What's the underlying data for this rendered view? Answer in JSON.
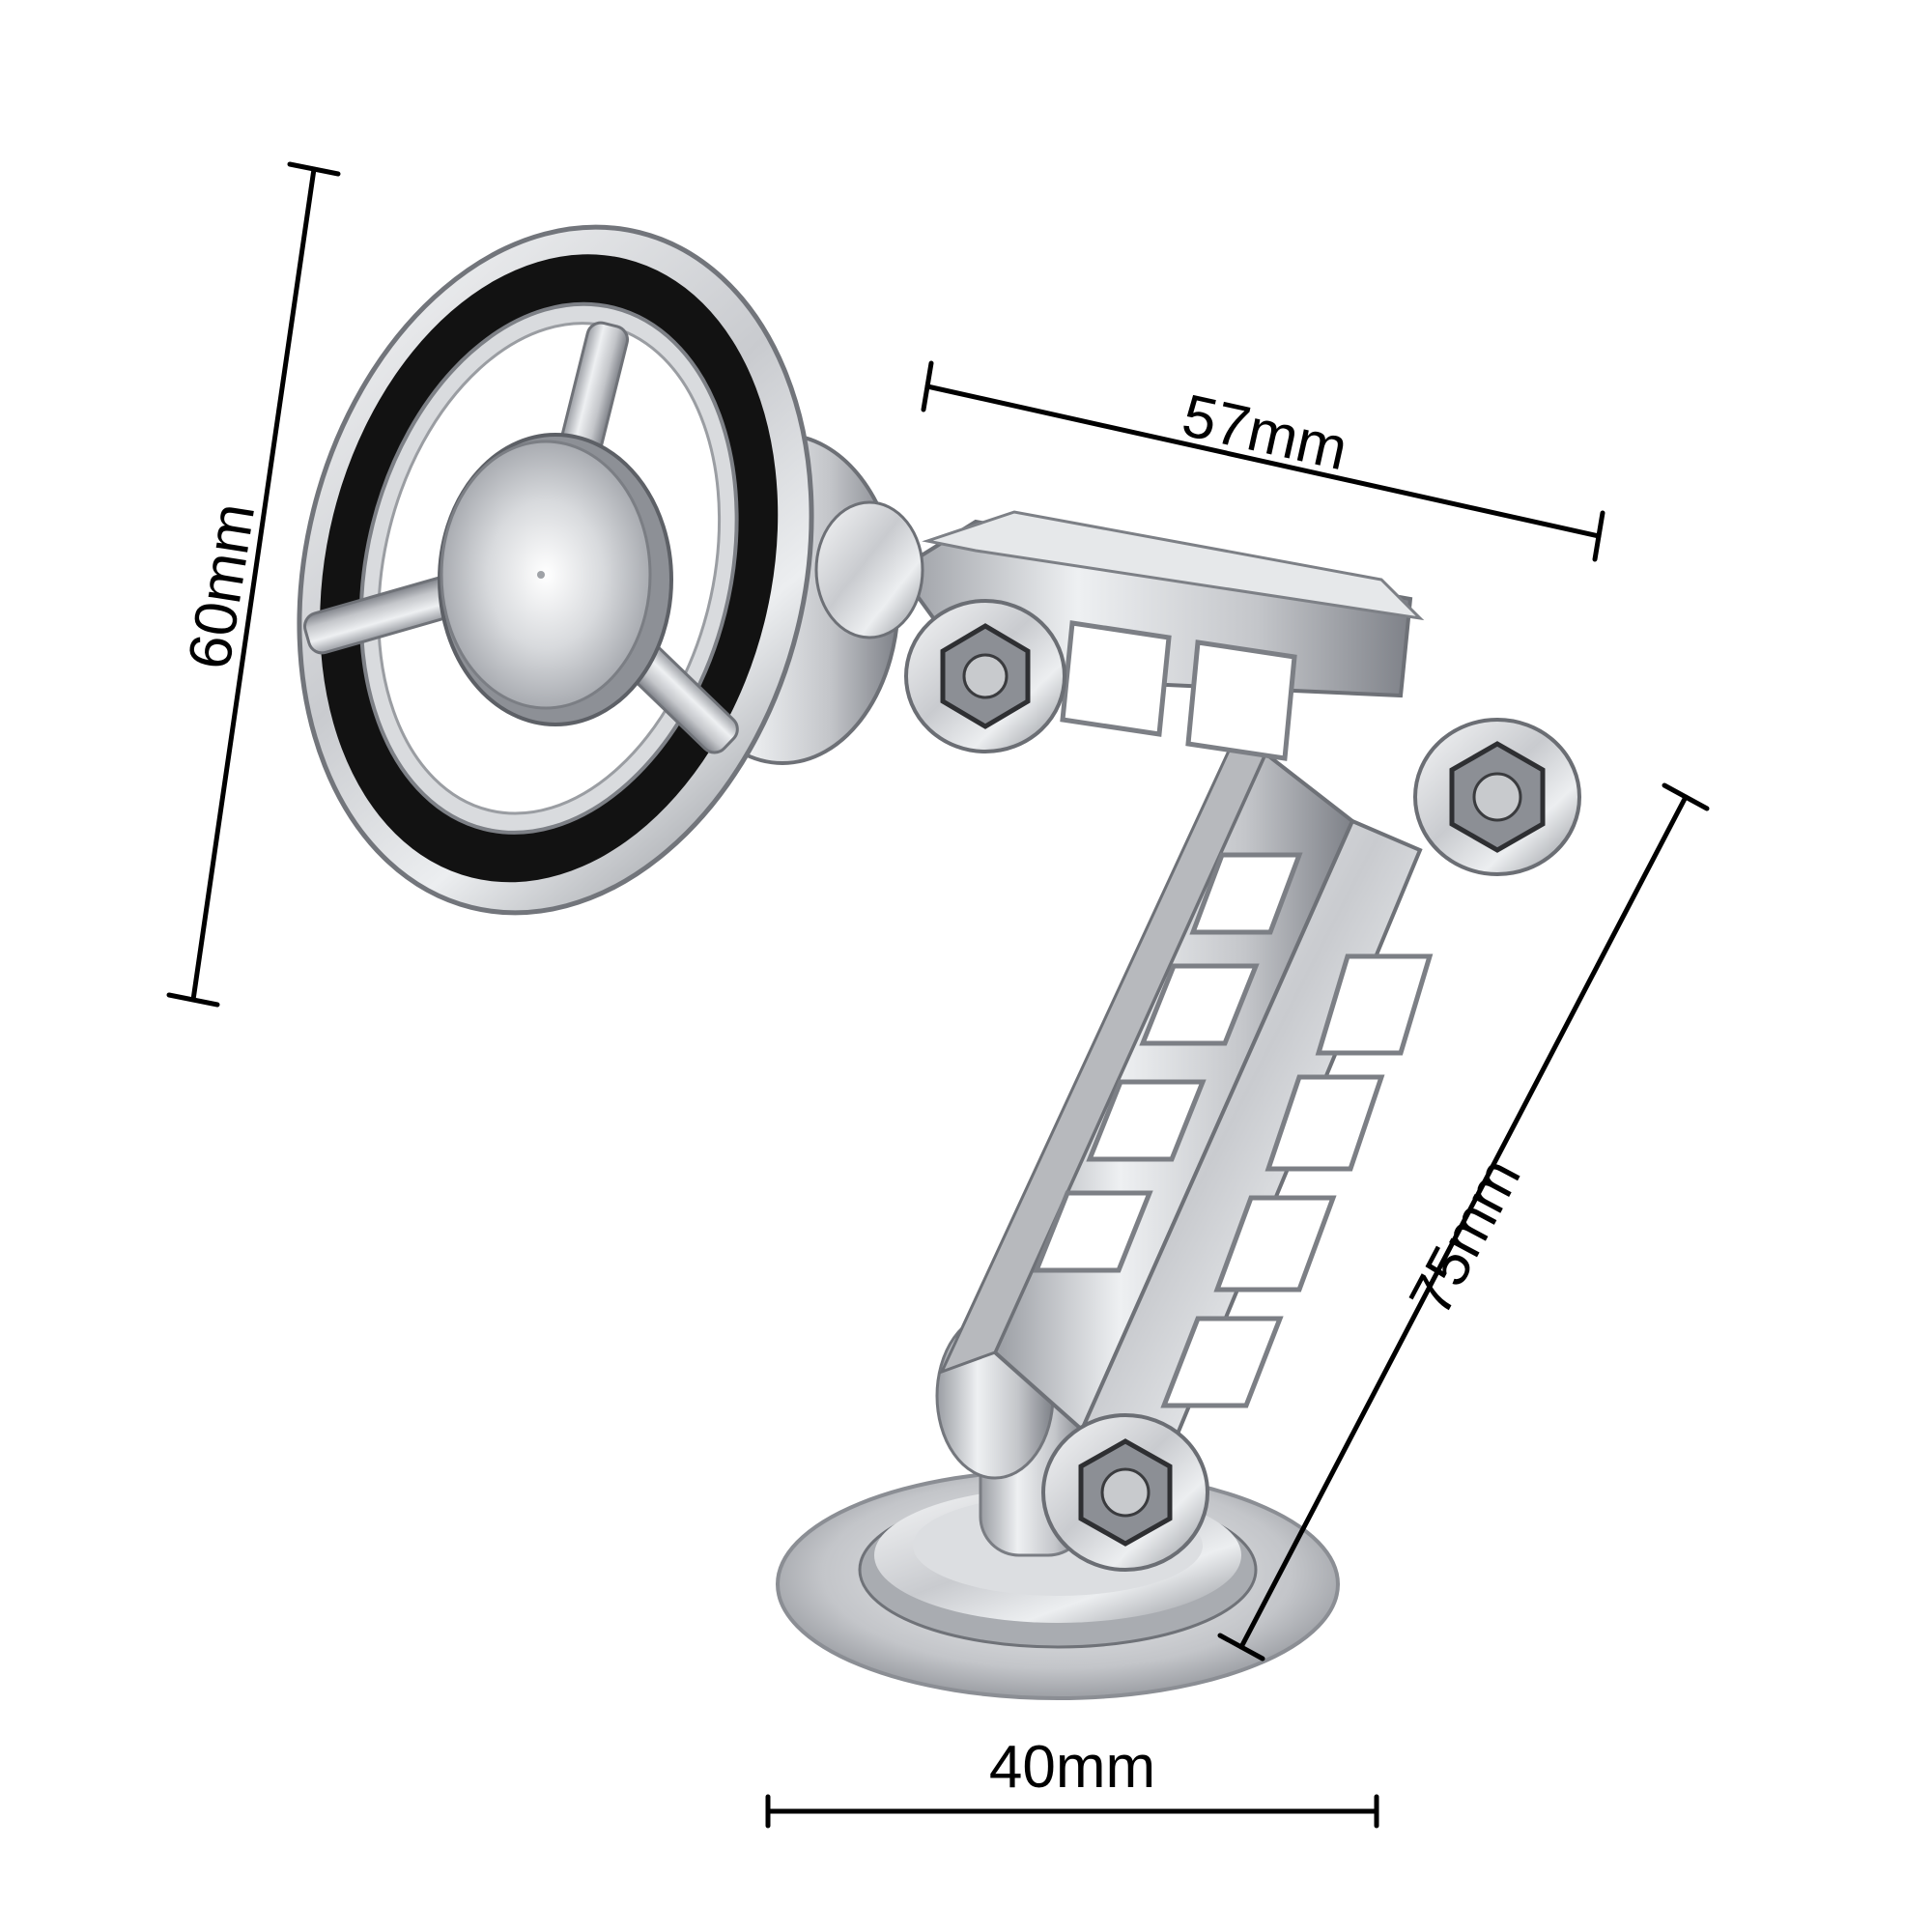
{
  "dimensions": {
    "height": "60mm",
    "arm_width": "57mm",
    "arm_length": "75mm",
    "base_diameter": "40mm"
  },
  "colors": {
    "background": "#ffffff",
    "metal_light": "#f1f2f4",
    "metal_mid": "#c6c8cc",
    "metal_dark": "#7d8087",
    "ring_black": "#121212",
    "dimension_line": "#000000"
  }
}
